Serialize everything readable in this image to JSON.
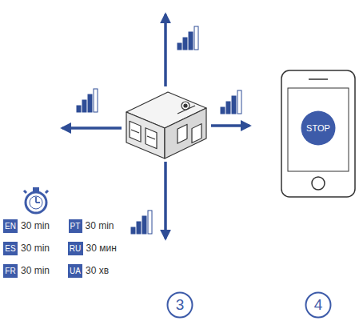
{
  "diagram": {
    "nodes": [
      {
        "text": [
          "EN"
        ]
      },
      {
        "text": [
          "PT"
        ]
      },
      {
        "text": [
          "ES"
        ]
      },
      {
        "text": [
          "RU"
        ]
      },
      {
        "text": [
          "FR"
        ]
      },
      {
        "text": [
          "UA"
        ]
      },
      {
        "text": [
          "STOP"
        ]
      },
      {
        "text": [
          "3"
        ]
      },
      {
        "text": [
          "4"
        ]
      }
    ],
    "labels": [
      "30 min",
      "30 min",
      "30 min",
      "30 мин",
      "30 min",
      "30 хв"
    ]
  }
}
